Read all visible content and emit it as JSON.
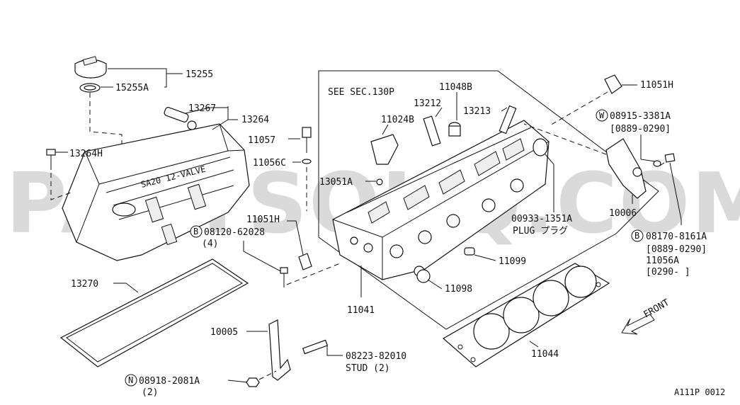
{
  "watermark": "PARTSOUQ.COM",
  "section_ref": "SEE SEC.130P",
  "front_label": "FRONT",
  "figure_code": "A111P 0012",
  "parts": {
    "p15255": "15255",
    "p15255A": "15255A",
    "p13267": "13267",
    "p13264": "13264",
    "p13264H": "13264H",
    "p11057": "11057",
    "p11056C": "11056C",
    "p13051A": "13051A",
    "p11051H_left": "11051H",
    "p08120_62028": "08120-62028",
    "p08120_qty": "(4)",
    "p13270": "13270",
    "p10005": "10005",
    "p08918_2081A": "08918-2081A",
    "p08918_qty": "(2)",
    "p08223_82010": "08223-82010",
    "p_stud": "STUD (2)",
    "p11041": "11041",
    "p11098": "11098",
    "p11099": "11099",
    "p11024B": "11024B",
    "p13212": "13212",
    "p11048B": "11048B",
    "p13213": "13213",
    "p00933_1351A": "00933-1351A",
    "p_plug": "PLUG プラグ",
    "p11051H_right": "11051H",
    "p08915_3381A": "08915-3381A",
    "p08915_range": "[0889-0290]",
    "p10006": "10006",
    "p08170_8161A": "08170-8161A",
    "p08170_range": "[0889-0290]",
    "p11056A": "11056A",
    "p11056A_range": "[0290-    ]",
    "p11044": "11044"
  },
  "prefix_marks": {
    "b1": "B",
    "n": "N",
    "w": "W",
    "b2": "B"
  },
  "cover_text": "SA20 12-VALVE"
}
